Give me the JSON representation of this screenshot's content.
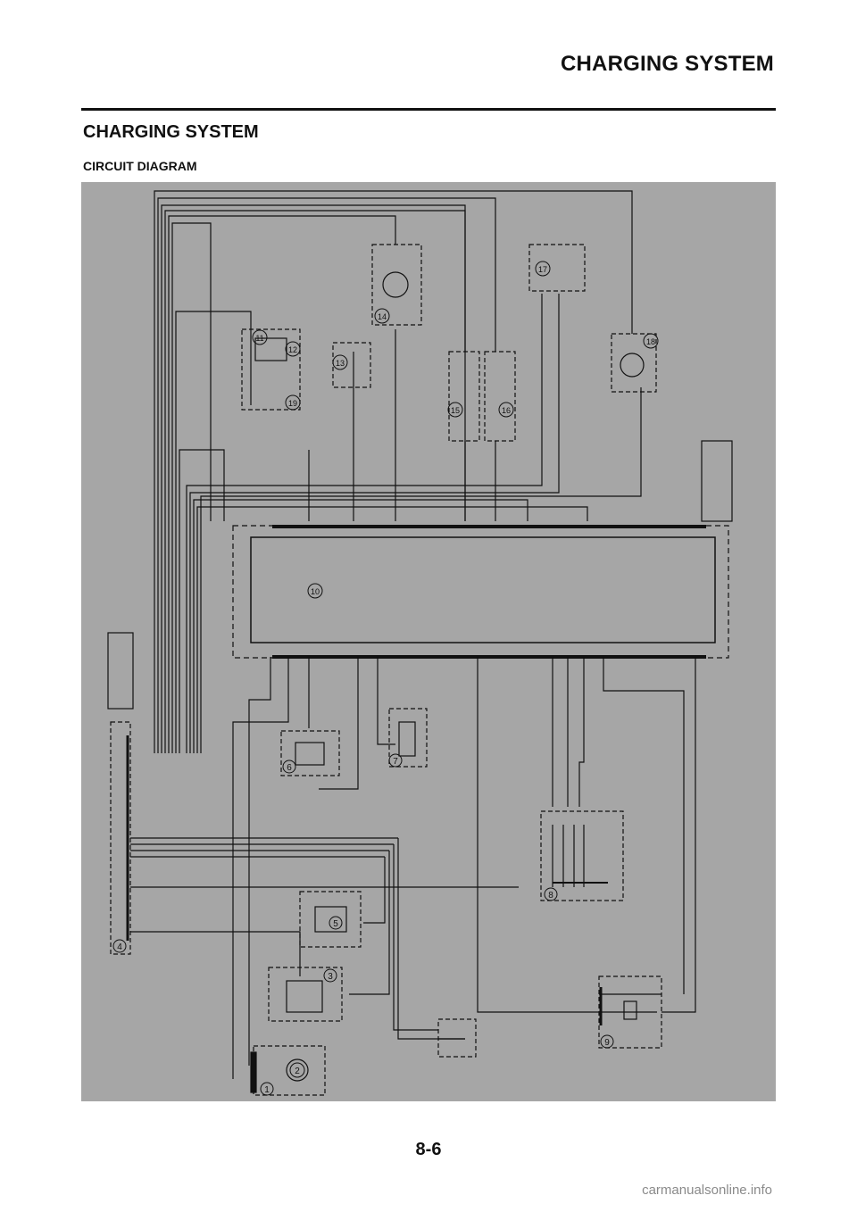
{
  "header": {
    "title": "CHARGING SYSTEM"
  },
  "section": {
    "title": "CHARGING SYSTEM",
    "subtitle": "CIRCUIT DIAGRAM"
  },
  "diagram": {
    "callouts": [
      "1",
      "2",
      "3",
      "4",
      "5",
      "6",
      "7",
      "8",
      "9",
      "10",
      "11",
      "12",
      "13",
      "14",
      "15",
      "16",
      "17",
      "18",
      "19"
    ]
  },
  "footer": {
    "page_number": "8-6"
  },
  "watermark": "carmanualsonline.info"
}
